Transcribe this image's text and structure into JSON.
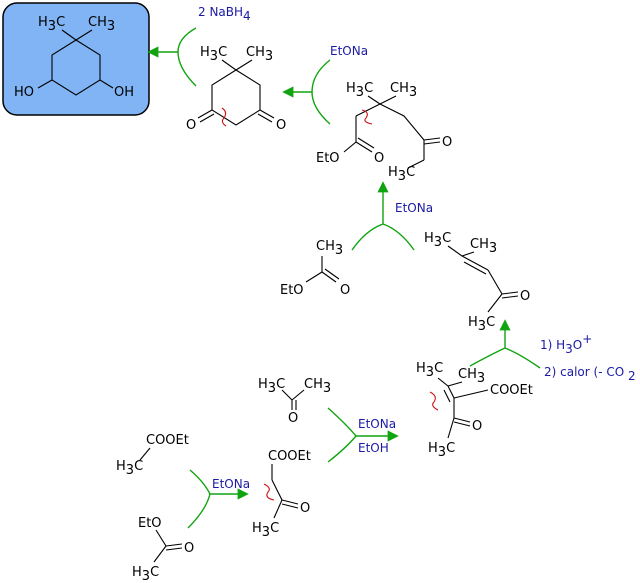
{
  "scheme": {
    "colors": {
      "arrow": "#11a411",
      "reagent_text": "#1a1aa6",
      "box_fill": "#80b4f4",
      "disconnection_mark": "#cc1111"
    },
    "product": {
      "me1": "H3C",
      "me2": "CH3",
      "oh1": "HO",
      "oh2": "OH"
    },
    "step1": {
      "reagent": "2 NaBH4"
    },
    "diketone": {
      "me1": "H3C",
      "me2": "CH3",
      "o1": "O",
      "o2": "O"
    },
    "step2": {
      "reagent": "EtONa"
    },
    "ketoester": {
      "me1": "H3C",
      "me2": "CH3",
      "ester": "EtO",
      "o_ester": "O",
      "o_ketone": "O",
      "me_ketone": "H3C"
    },
    "step3": {
      "reagent": "EtONa"
    },
    "ethyl_acetate_a": {
      "me": "CH3",
      "eto": "EtO",
      "o": "O"
    },
    "mesityl_oxide": {
      "me1": "H3C",
      "me2": "CH3",
      "o": "O",
      "me3": "H3C"
    },
    "step4": {
      "reagent1": "1) H3O+",
      "reagent2": "2) calor (- CO 2 )"
    },
    "alkylidene": {
      "me1": "H3C",
      "me2": "CH3",
      "cooet": "COOEt",
      "o": "O",
      "me3": "H3C"
    },
    "acetone": {
      "me1": "H3C",
      "me2": "CH3",
      "o": "O"
    },
    "step5": {
      "reagent1": "EtONa",
      "reagent2": "EtOH"
    },
    "acetoacetate": {
      "cooet": "COOEt",
      "o": "O",
      "me": "H3C"
    },
    "ethyl_acetate_b": {
      "cooet": "COOEt",
      "me": "H3C"
    },
    "step6": {
      "reagent": "EtONa"
    },
    "ethyl_acetate_c": {
      "eto": "EtO",
      "o": "O",
      "me": "H3C"
    }
  }
}
